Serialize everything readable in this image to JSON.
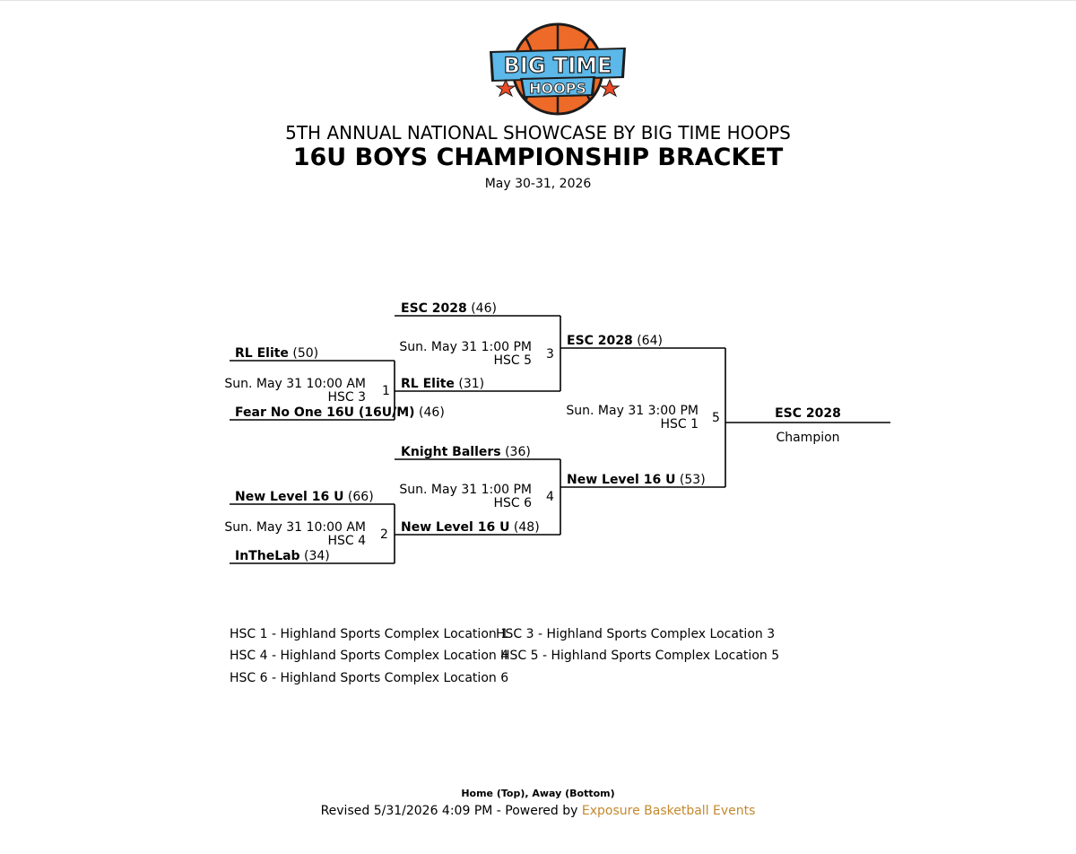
{
  "logo": {
    "text_top": "BIG TIME",
    "text_bottom": "HOOPS",
    "colors": {
      "ball": "#ee6a28",
      "text": "#5bb8e8",
      "outline": "#1c1c1c",
      "star": "#ee4a28"
    }
  },
  "header": {
    "title": "5TH ANNUAL NATIONAL SHOWCASE BY BIG TIME HOOPS",
    "subtitle": "16U BOYS CHAMPIONSHIP BRACKET",
    "dates": "May 30-31, 2026"
  },
  "games": {
    "g1": {
      "number": "1",
      "time": "Sun. May 31 10:00 AM",
      "location": "HSC 3",
      "home": {
        "name": "RL Elite",
        "score": "(50)"
      },
      "away": {
        "name": "Fear No One 16U (16U/M)",
        "score": "(46)"
      }
    },
    "g2": {
      "number": "2",
      "time": "Sun. May 31 10:00 AM",
      "location": "HSC 4",
      "home": {
        "name": "New Level 16 U",
        "score": "(66)"
      },
      "away": {
        "name": "InTheLab",
        "score": "(34)"
      }
    },
    "g3": {
      "number": "3",
      "time": "Sun. May 31 1:00 PM",
      "location": "HSC 5",
      "home": {
        "name": "ESC 2028",
        "score": "(46)"
      },
      "away": {
        "name": "RL Elite",
        "score": "(31)"
      }
    },
    "g4": {
      "number": "4",
      "time": "Sun. May 31 1:00 PM",
      "location": "HSC 6",
      "home": {
        "name": "Knight Ballers",
        "score": "(36)"
      },
      "away": {
        "name": "New Level 16 U",
        "score": "(48)"
      }
    },
    "g5": {
      "number": "5",
      "time": "Sun. May 31 3:00 PM",
      "location": "HSC 1",
      "home": {
        "name": "ESC 2028",
        "score": "(64)"
      },
      "away": {
        "name": "New Level 16 U",
        "score": "(53)"
      }
    }
  },
  "champion": {
    "name": "ESC 2028",
    "label": "Champion"
  },
  "legend": [
    "HSC 1 - Highland Sports Complex Location 1",
    "HSC 3 - Highland Sports Complex Location 3",
    "HSC 4 - Highland Sports Complex Location 4",
    "HSC 5 - Highland Sports Complex Location 5",
    "HSC 6 - Highland Sports Complex Location 6"
  ],
  "footer": {
    "note": "Home (Top), Away (Bottom)",
    "revised": "Revised 5/31/2026 4:09 PM - Powered by ",
    "link": "Exposure Basketball Events",
    "link_color": "#c5882e"
  }
}
